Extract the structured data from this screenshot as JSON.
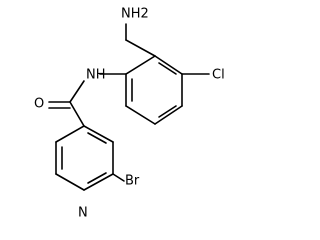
{
  "molecule": {
    "atoms": {
      "amine": "NH2",
      "amide_nitrogen": "NH",
      "carbonyl_oxygen": "O",
      "chlorine": "Cl",
      "bromine": "Br",
      "pyridine_nitrogen": "N"
    }
  }
}
